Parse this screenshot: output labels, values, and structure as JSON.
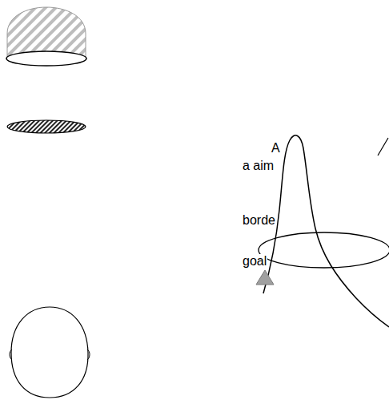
{
  "diagram": {
    "labels": [
      "A",
      "a aim",
      "borde",
      "goal"
    ]
  }
}
